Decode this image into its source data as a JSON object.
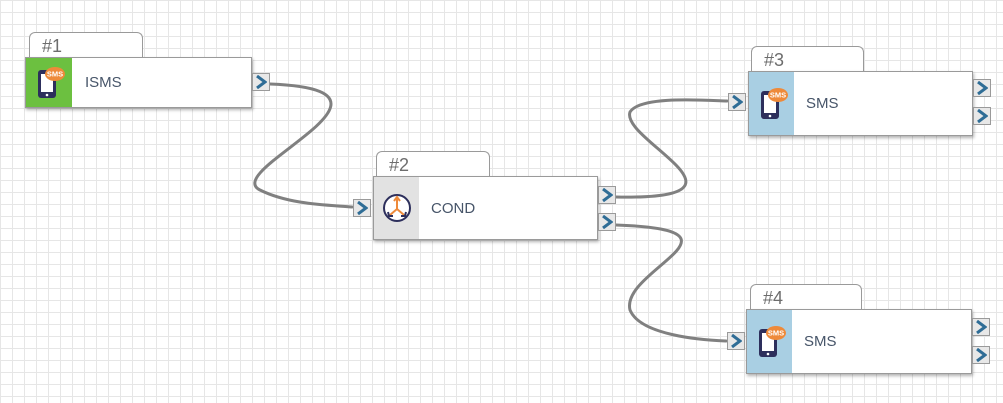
{
  "colors": {
    "isms_accent": "#6cc040",
    "cond_accent": "#e2e2e2",
    "sms_accent": "#a9cfe3",
    "port_arrow": "#2f6d96",
    "sms_badge": "#ee8a3a",
    "wire": "#808080"
  },
  "nodes": [
    {
      "id": "1",
      "tab_label": "#1",
      "label": "ISMS",
      "icon": "phone-sms-icon",
      "badge": "SMS"
    },
    {
      "id": "2",
      "tab_label": "#2",
      "label": "COND",
      "icon": "condition-split-icon"
    },
    {
      "id": "3",
      "tab_label": "#3",
      "label": "SMS",
      "icon": "phone-sms-icon",
      "badge": "SMS"
    },
    {
      "id": "4",
      "tab_label": "#4",
      "label": "SMS",
      "icon": "phone-sms-icon",
      "badge": "SMS"
    }
  ],
  "connections": [
    {
      "from": "1",
      "from_port": "out-1",
      "to": "2",
      "to_port": "in"
    },
    {
      "from": "2",
      "from_port": "out-1",
      "to": "3",
      "to_port": "in"
    },
    {
      "from": "2",
      "from_port": "out-2",
      "to": "4",
      "to_port": "in"
    }
  ]
}
